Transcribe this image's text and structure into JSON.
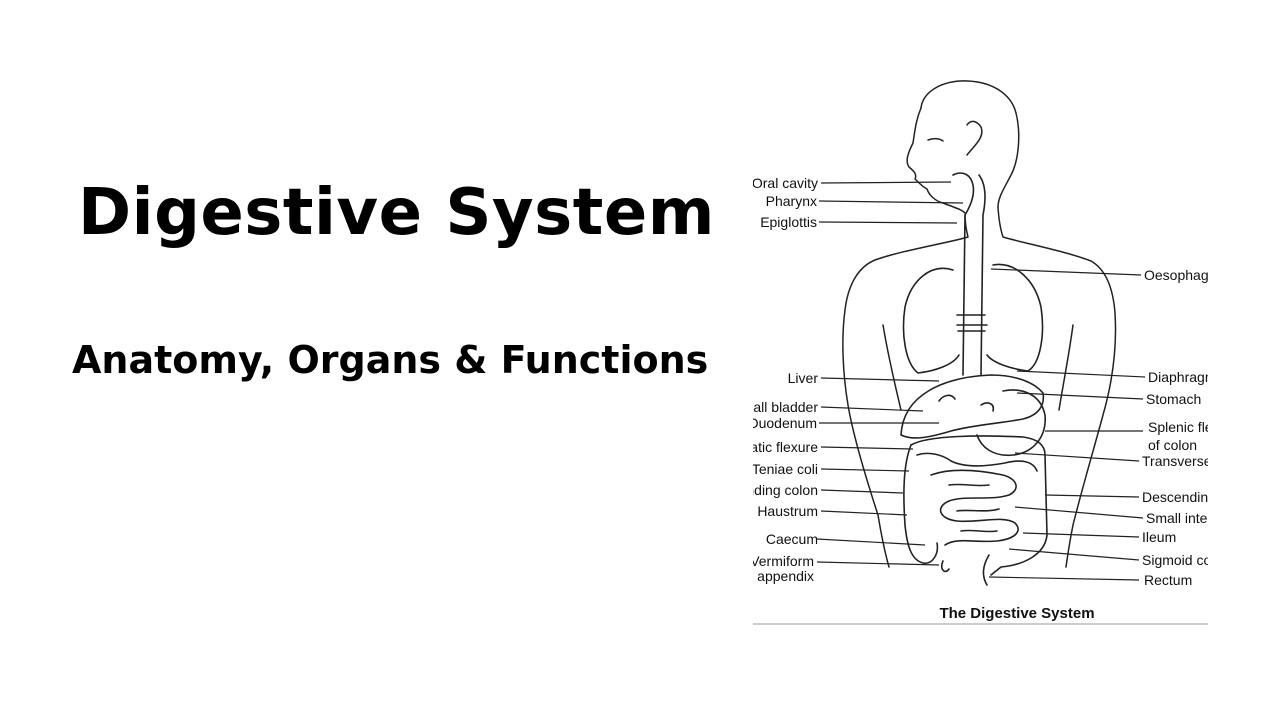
{
  "title": "Digestive System",
  "subtitle": "Anatomy, Organs & Functions",
  "figure": {
    "caption": "The Digestive System",
    "labels_left": {
      "oral_cavity": "Oral cavity",
      "pharynx": "Pharynx",
      "epiglottis": "Epiglottis",
      "liver": "Liver",
      "gall_bladder": "Gall bladder",
      "duodenum": "Duodenum",
      "hepatic_flexure": "Hepatic flexure",
      "teniae_coli": "Teniae coli",
      "ascending_colon": "Ascending colon",
      "haustrum": "Haustrum",
      "caecum": "Caecum",
      "vermiform": "Vermiform",
      "appendix": "appendix"
    },
    "labels_right": {
      "oesophagus": "Oesophagus",
      "diaphragm": "Diaphragm",
      "stomach": "Stomach",
      "splenic_flexure": "Splenic flexure",
      "of_colon": "of colon",
      "transverse_colon": "Transverse colon",
      "descending_colon": "Descending colon",
      "small_intestine": "Small intestine",
      "ileum": "Ileum",
      "sigmoid_colon": "Sigmoid colon",
      "rectum": "Rectum"
    }
  }
}
